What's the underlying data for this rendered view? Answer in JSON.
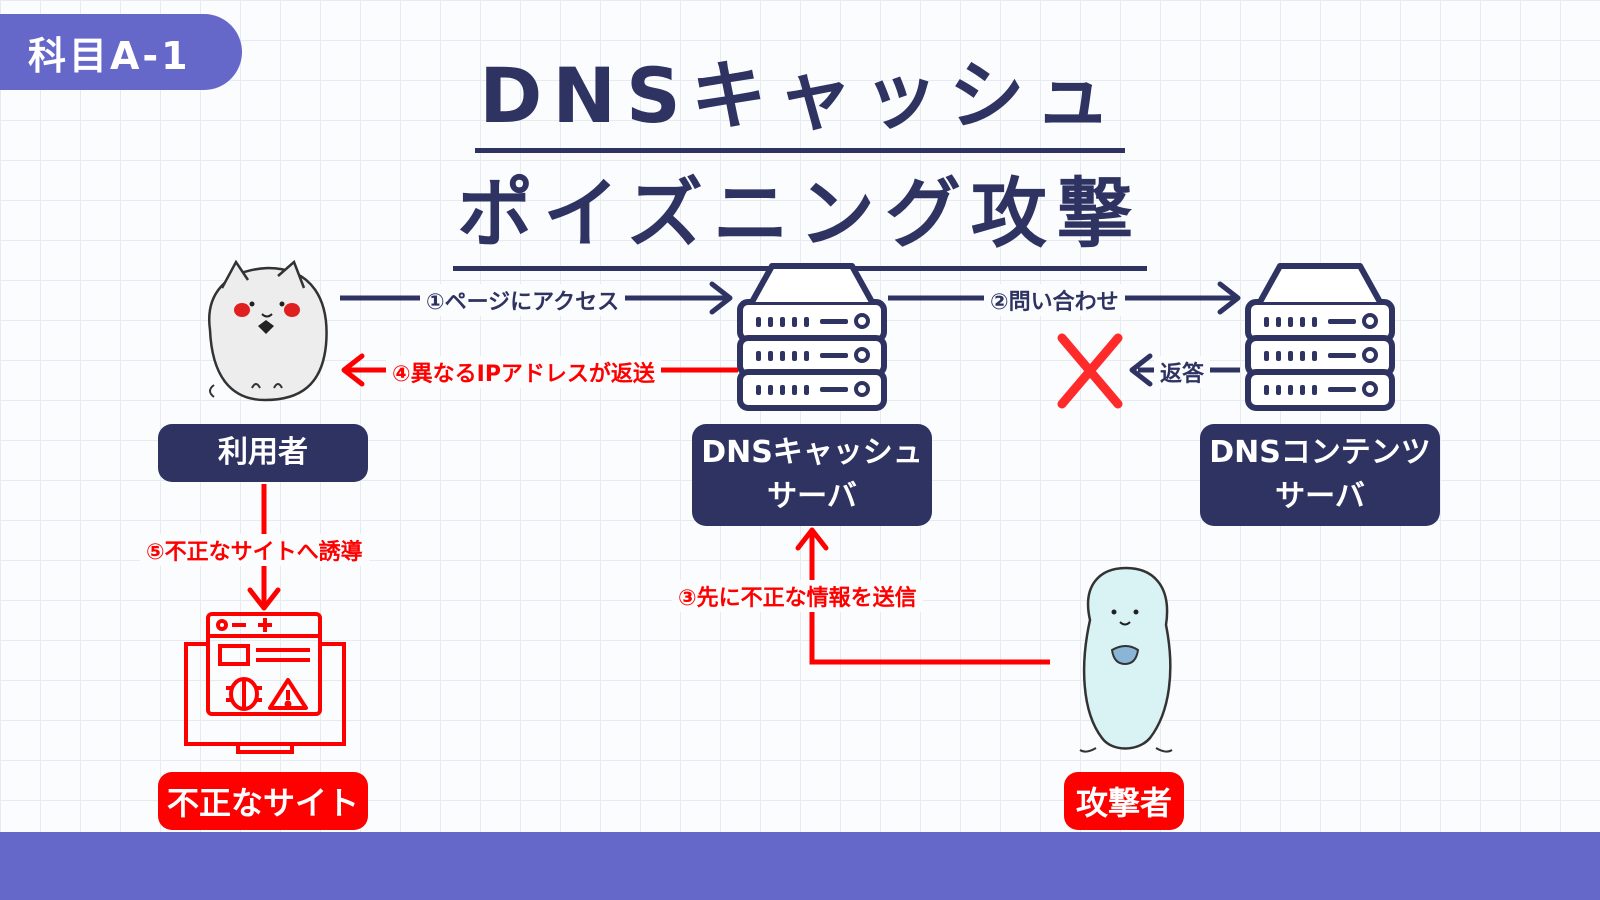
{
  "badge": "科目A-1",
  "title": {
    "line1": "DNSキャッシュ",
    "line2": "ポイズニング攻撃"
  },
  "nodes": {
    "user": "利用者",
    "cache_server": {
      "line1": "DNSキャッシュ",
      "line2": "サーバ"
    },
    "contents_server": {
      "line1": "DNSコンテンツ",
      "line2": "サーバ"
    },
    "fake_site": "不正なサイト",
    "attacker": "攻撃者"
  },
  "edges": {
    "step1": "①ページにアクセス",
    "step2": "②問い合わせ",
    "step3": "③先に不正な情報を送信",
    "step4": "④異なるIPアドレスが返送",
    "step5": "⑤不正なサイトへ誘導",
    "reply": "返答"
  },
  "colors": {
    "navy": "#2f3362",
    "purple": "#6567c9",
    "red": "#ff0000"
  }
}
